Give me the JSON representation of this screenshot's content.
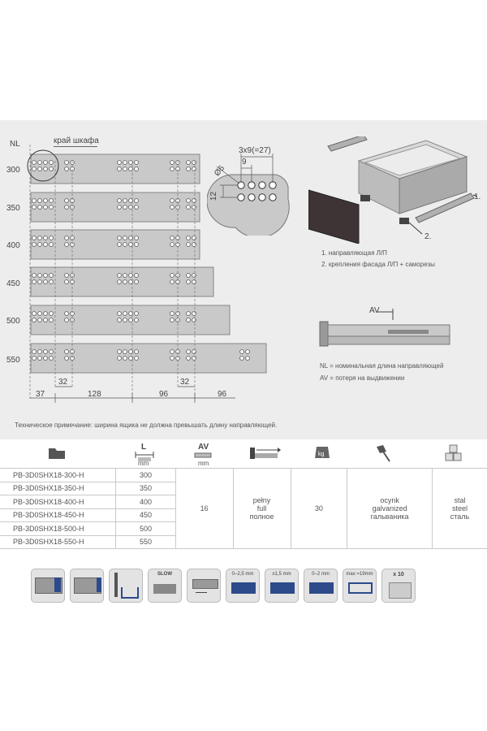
{
  "diagram": {
    "nl_label": "NL",
    "edge_label": "край шкафа",
    "rows": [
      {
        "nl": "300"
      },
      {
        "nl": "350"
      },
      {
        "nl": "400"
      },
      {
        "nl": "450"
      },
      {
        "nl": "500"
      },
      {
        "nl": "550"
      }
    ],
    "dims_bottom": [
      "37",
      "128",
      "96",
      "96"
    ],
    "dims_lower": [
      "32",
      "32"
    ],
    "detail": {
      "pitch": "3x9(=27)",
      "nine": "9",
      "dia": "Ø6",
      "twelve": "12"
    },
    "callouts": {
      "one": "1.",
      "two": "2."
    },
    "legend": [
      "1.  направляющая Л/П",
      "2.  крепления фасада Л/П + саморезы"
    ],
    "av_label": "AV",
    "notes": [
      "NL = номинальная длина направляющей",
      "AV = потеря на выдвижении"
    ]
  },
  "technical_note": "Техническое примечание: ширина ящика не должна превышать длину направляющей.",
  "table": {
    "headers": {
      "length_unit": "mm",
      "length_letter": "L",
      "av_letter": "AV",
      "av_unit": "mm",
      "load_unit": "kg"
    },
    "codes": [
      "PB-3D0SHX18-300-H",
      "PB-3D0SHX18-350-H",
      "PB-3D0SHX18-400-H",
      "PB-3D0SHX18-450-H",
      "PB-3D0SHX18-500-H",
      "PB-3D0SHX18-550-H"
    ],
    "lengths": [
      "300",
      "350",
      "400",
      "450",
      "500",
      "550"
    ],
    "av": "16",
    "extension": [
      "pełny",
      "full",
      "полное"
    ],
    "load": "30",
    "coating": [
      "ocynk",
      "galvanized",
      "гальваника"
    ],
    "material": [
      "stal",
      "steel",
      "сталь"
    ]
  },
  "badges": [
    "SLOW",
    "0–2,5 mm",
    "±1,5 mm",
    "0–2 mm",
    "max =19mm",
    "x 10"
  ],
  "icons": [
    "folder-icon",
    "length-icon",
    "av-icon",
    "extension-icon",
    "weight-icon",
    "brush-icon",
    "boxes-icon"
  ]
}
